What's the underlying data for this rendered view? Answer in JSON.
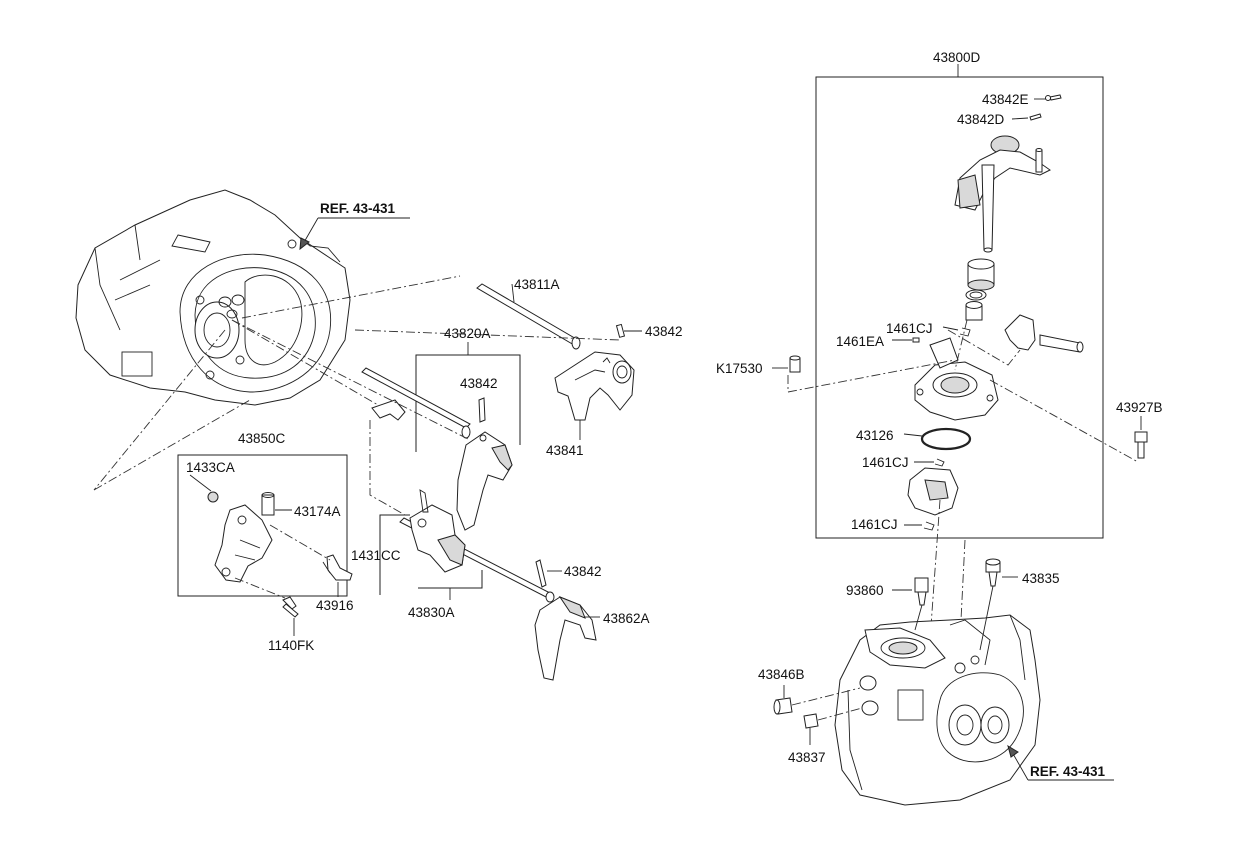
{
  "labels": {
    "43800D": "43800D",
    "43842E": "43842E",
    "43842D": "43842D",
    "1461CJ_a": "1461CJ",
    "1461EA": "1461EA",
    "K17530": "K17530",
    "43927B": "43927B",
    "43126": "43126",
    "1461CJ_b": "1461CJ",
    "1461CJ_c": "1461CJ",
    "93860": "93860",
    "43835": "43835",
    "43846B": "43846B",
    "43837": "43837",
    "ref_right": "REF. 43-431",
    "ref_left": "REF. 43-431",
    "43811A": "43811A",
    "43842_a": "43842",
    "43841": "43841",
    "43820A": "43820A",
    "43842_b": "43842",
    "43850C": "43850C",
    "1433CA": "1433CA",
    "43174A": "43174A",
    "43916": "43916",
    "1140FK": "1140FK",
    "1431CC": "1431CC",
    "43830A": "43830A",
    "43842_c": "43842",
    "43862A": "43862A"
  }
}
